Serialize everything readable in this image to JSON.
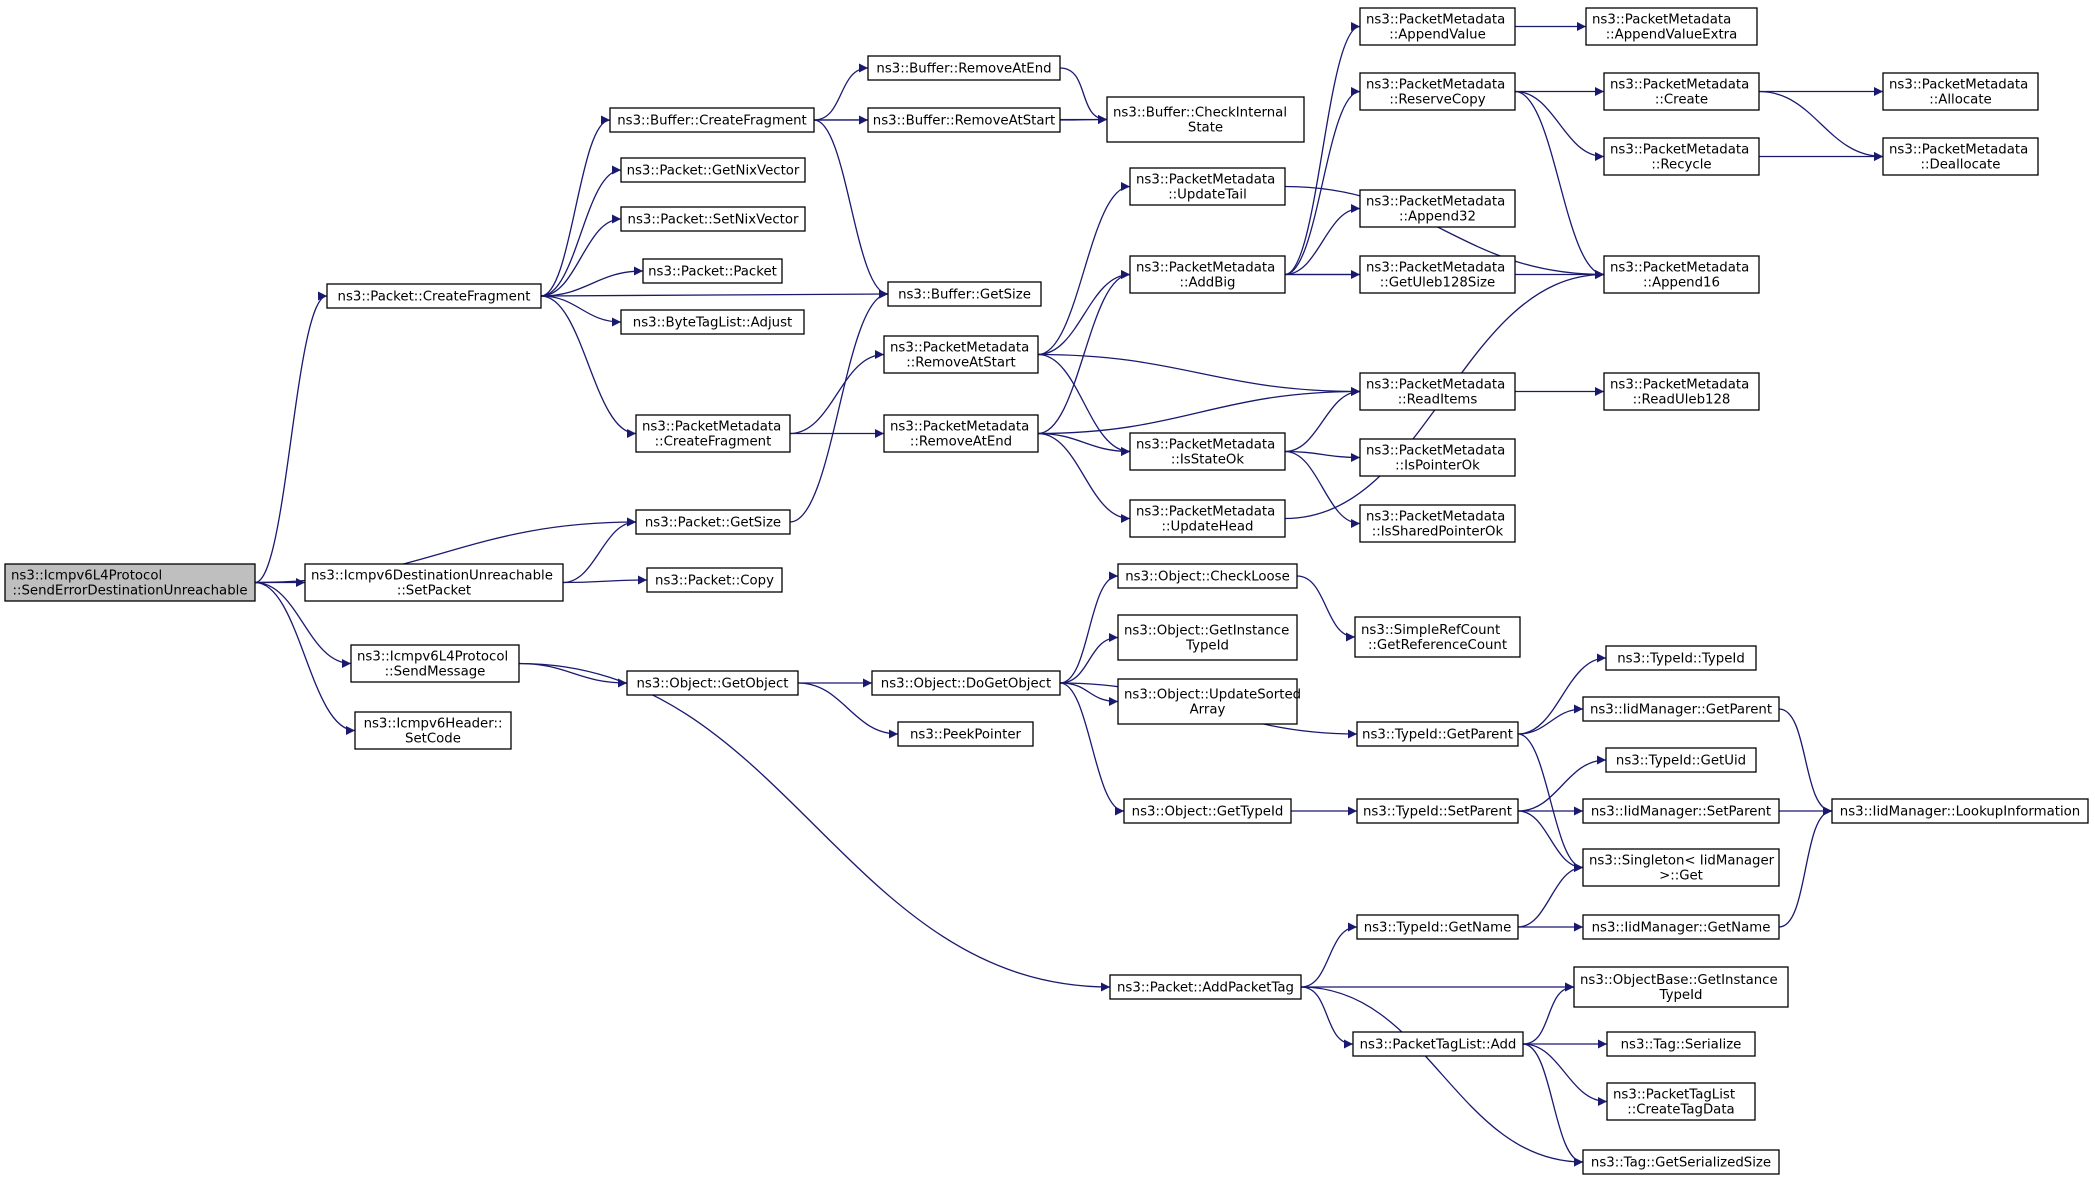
{
  "colors": {
    "edge": "#191970",
    "node_fill": "#ffffff",
    "root_fill": "#bfbfbf",
    "node_stroke": "#000000"
  },
  "nodes": [
    {
      "id": "root",
      "lines": [
        "ns3::Icmpv6L4Protocol",
        "::SendErrorDestinationUnreachable"
      ]
    },
    {
      "id": "pkt_createfrag",
      "lines": [
        "ns3::Packet::CreateFragment"
      ]
    },
    {
      "id": "pkt_getsize",
      "lines": [
        "ns3::Packet::GetSize"
      ]
    },
    {
      "id": "dest_setpacket",
      "lines": [
        "ns3::Icmpv6DestinationUnreachable",
        "::SetPacket"
      ]
    },
    {
      "id": "sendmessage",
      "lines": [
        "ns3::Icmpv6L4Protocol",
        "::SendMessage"
      ]
    },
    {
      "id": "hdr_setcode",
      "lines": [
        "ns3::Icmpv6Header::",
        "SetCode"
      ]
    },
    {
      "id": "buf_createfrag",
      "lines": [
        "ns3::Buffer::CreateFragment"
      ]
    },
    {
      "id": "pkt_getnix",
      "lines": [
        "ns3::Packet::GetNixVector"
      ]
    },
    {
      "id": "pkt_setnix",
      "lines": [
        "ns3::Packet::SetNixVector"
      ]
    },
    {
      "id": "pkt_packet",
      "lines": [
        "ns3::Packet::Packet"
      ]
    },
    {
      "id": "btl_adjust",
      "lines": [
        "ns3::ByteTagList::Adjust"
      ]
    },
    {
      "id": "pm_createfrag",
      "lines": [
        "ns3::PacketMetadata",
        "::CreateFragment"
      ]
    },
    {
      "id": "pkt_copy",
      "lines": [
        "ns3::Packet::Copy"
      ]
    },
    {
      "id": "obj_getobject",
      "lines": [
        "ns3::Object::GetObject"
      ]
    },
    {
      "id": "pkt_addtag",
      "lines": [
        "ns3::Packet::AddPacketTag"
      ]
    },
    {
      "id": "buf_removeatend",
      "lines": [
        "ns3::Buffer::RemoveAtEnd"
      ]
    },
    {
      "id": "buf_removeatstart",
      "lines": [
        "ns3::Buffer::RemoveAtStart"
      ]
    },
    {
      "id": "buf_checkinternal",
      "lines": [
        "ns3::Buffer::CheckInternal",
        "State"
      ]
    },
    {
      "id": "buf_getsize",
      "lines": [
        "ns3::Buffer::GetSize"
      ]
    },
    {
      "id": "pm_removeatstart",
      "lines": [
        "ns3::PacketMetadata",
        "::RemoveAtStart"
      ]
    },
    {
      "id": "pm_removeatend",
      "lines": [
        "ns3::PacketMetadata",
        "::RemoveAtEnd"
      ]
    },
    {
      "id": "pm_updatetail",
      "lines": [
        "ns3::PacketMetadata",
        "::UpdateTail"
      ]
    },
    {
      "id": "pm_addbig",
      "lines": [
        "ns3::PacketMetadata",
        "::AddBig"
      ]
    },
    {
      "id": "pm_isstateok",
      "lines": [
        "ns3::PacketMetadata",
        "::IsStateOk"
      ]
    },
    {
      "id": "pm_updatehead",
      "lines": [
        "ns3::PacketMetadata",
        "::UpdateHead"
      ]
    },
    {
      "id": "pm_appendvalue",
      "lines": [
        "ns3::PacketMetadata",
        "::AppendValue"
      ]
    },
    {
      "id": "pm_appendvalueextra",
      "lines": [
        "ns3::PacketMetadata",
        "::AppendValueExtra"
      ]
    },
    {
      "id": "pm_reservecopy",
      "lines": [
        "ns3::PacketMetadata",
        "::ReserveCopy"
      ]
    },
    {
      "id": "pm_append32",
      "lines": [
        "ns3::PacketMetadata",
        "::Append32"
      ]
    },
    {
      "id": "pm_getuleb",
      "lines": [
        "ns3::PacketMetadata",
        "::GetUleb128Size"
      ]
    },
    {
      "id": "pm_readitems",
      "lines": [
        "ns3::PacketMetadata",
        "::ReadItems"
      ]
    },
    {
      "id": "pm_ispointerok",
      "lines": [
        "ns3::PacketMetadata",
        "::IsPointerOk"
      ]
    },
    {
      "id": "pm_issharedpointerok",
      "lines": [
        "ns3::PacketMetadata",
        "::IsSharedPointerOk"
      ]
    },
    {
      "id": "pm_create",
      "lines": [
        "ns3::PacketMetadata",
        "::Create"
      ]
    },
    {
      "id": "pm_recycle",
      "lines": [
        "ns3::PacketMetadata",
        "::Recycle"
      ]
    },
    {
      "id": "pm_append16",
      "lines": [
        "ns3::PacketMetadata",
        "::Append16"
      ]
    },
    {
      "id": "pm_readuleb",
      "lines": [
        "ns3::PacketMetadata",
        "::ReadUleb128"
      ]
    },
    {
      "id": "pm_allocate",
      "lines": [
        "ns3::PacketMetadata",
        "::Allocate"
      ]
    },
    {
      "id": "pm_deallocate",
      "lines": [
        "ns3::PacketMetadata",
        "::Deallocate"
      ]
    },
    {
      "id": "obj_dogetobject",
      "lines": [
        "ns3::Object::DoGetObject"
      ]
    },
    {
      "id": "peekpointer",
      "lines": [
        "ns3::PeekPointer"
      ]
    },
    {
      "id": "obj_checkloose",
      "lines": [
        "ns3::Object::CheckLoose"
      ]
    },
    {
      "id": "obj_getinstancetypeid",
      "lines": [
        "ns3::Object::GetInstance",
        "TypeId"
      ]
    },
    {
      "id": "obj_updatesorted",
      "lines": [
        "ns3::Object::UpdateSorted",
        "Array"
      ]
    },
    {
      "id": "obj_gettypeid",
      "lines": [
        "ns3::Object::GetTypeId"
      ]
    },
    {
      "id": "src_getrefcount",
      "lines": [
        "ns3::SimpleRefCount",
        "::GetReferenceCount"
      ]
    },
    {
      "id": "tid_getparent",
      "lines": [
        "ns3::TypeId::GetParent"
      ]
    },
    {
      "id": "tid_setparent",
      "lines": [
        "ns3::TypeId::SetParent"
      ]
    },
    {
      "id": "tid_getname",
      "lines": [
        "ns3::TypeId::GetName"
      ]
    },
    {
      "id": "ptl_add",
      "lines": [
        "ns3::PacketTagList::Add"
      ]
    },
    {
      "id": "tid_typeid",
      "lines": [
        "ns3::TypeId::TypeId"
      ]
    },
    {
      "id": "iid_getparent",
      "lines": [
        "ns3::IidManager::GetParent"
      ]
    },
    {
      "id": "tid_getuid",
      "lines": [
        "ns3::TypeId::GetUid"
      ]
    },
    {
      "id": "iid_setparent",
      "lines": [
        "ns3::IidManager::SetParent"
      ]
    },
    {
      "id": "singleton_get",
      "lines": [
        "ns3::Singleton< IidManager",
        " >::Get"
      ]
    },
    {
      "id": "iid_getname",
      "lines": [
        "ns3::IidManager::GetName"
      ]
    },
    {
      "id": "objbase_getinstance",
      "lines": [
        "ns3::ObjectBase::GetInstance",
        "TypeId"
      ]
    },
    {
      "id": "tag_serialize",
      "lines": [
        "ns3::Tag::Serialize"
      ]
    },
    {
      "id": "ptl_createtagdata",
      "lines": [
        "ns3::PacketTagList",
        "::CreateTagData"
      ]
    },
    {
      "id": "tag_getserializedsize",
      "lines": [
        "ns3::Tag::GetSerializedSize"
      ]
    },
    {
      "id": "iid_lookup",
      "lines": [
        "ns3::IidManager::LookupInformation"
      ]
    }
  ],
  "edges": [
    [
      "root",
      "pkt_createfrag"
    ],
    [
      "root",
      "pkt_getsize"
    ],
    [
      "root",
      "dest_setpacket"
    ],
    [
      "root",
      "sendmessage"
    ],
    [
      "root",
      "hdr_setcode"
    ],
    [
      "pkt_createfrag",
      "buf_createfrag"
    ],
    [
      "pkt_createfrag",
      "pkt_getnix"
    ],
    [
      "pkt_createfrag",
      "pkt_setnix"
    ],
    [
      "pkt_createfrag",
      "pkt_packet"
    ],
    [
      "pkt_createfrag",
      "btl_adjust"
    ],
    [
      "pkt_createfrag",
      "buf_getsize"
    ],
    [
      "pkt_createfrag",
      "pm_createfrag"
    ],
    [
      "dest_setpacket",
      "pkt_getsize"
    ],
    [
      "dest_setpacket",
      "pkt_copy"
    ],
    [
      "sendmessage",
      "obj_getobject"
    ],
    [
      "sendmessage",
      "pkt_addtag"
    ],
    [
      "pkt_getsize",
      "buf_getsize"
    ],
    [
      "buf_createfrag",
      "buf_removeatend"
    ],
    [
      "buf_createfrag",
      "buf_removeatstart"
    ],
    [
      "buf_createfrag",
      "buf_checkinternal"
    ],
    [
      "buf_createfrag",
      "buf_getsize"
    ],
    [
      "buf_removeatend",
      "buf_checkinternal"
    ],
    [
      "buf_removeatstart",
      "buf_checkinternal"
    ],
    [
      "pm_createfrag",
      "pm_removeatstart"
    ],
    [
      "pm_createfrag",
      "pm_removeatend"
    ],
    [
      "pm_removeatstart",
      "pm_updatetail"
    ],
    [
      "pm_removeatstart",
      "pm_addbig"
    ],
    [
      "pm_removeatstart",
      "pm_readitems"
    ],
    [
      "pm_removeatstart",
      "pm_isstateok"
    ],
    [
      "pm_removeatend",
      "pm_addbig"
    ],
    [
      "pm_removeatend",
      "pm_readitems"
    ],
    [
      "pm_removeatend",
      "pm_isstateok"
    ],
    [
      "pm_removeatend",
      "pm_updatehead"
    ],
    [
      "pm_updatetail",
      "pm_append16"
    ],
    [
      "pm_addbig",
      "pm_appendvalue"
    ],
    [
      "pm_addbig",
      "pm_reservecopy"
    ],
    [
      "pm_addbig",
      "pm_append32"
    ],
    [
      "pm_addbig",
      "pm_getuleb"
    ],
    [
      "pm_addbig",
      "pm_append16"
    ],
    [
      "pm_isstateok",
      "pm_readitems"
    ],
    [
      "pm_isstateok",
      "pm_ispointerok"
    ],
    [
      "pm_isstateok",
      "pm_issharedpointerok"
    ],
    [
      "pm_updatehead",
      "pm_append16"
    ],
    [
      "pm_appendvalue",
      "pm_appendvalueextra"
    ],
    [
      "pm_reservecopy",
      "pm_create"
    ],
    [
      "pm_reservecopy",
      "pm_recycle"
    ],
    [
      "pm_reservecopy",
      "pm_append16"
    ],
    [
      "pm_readitems",
      "pm_readuleb"
    ],
    [
      "pm_create",
      "pm_allocate"
    ],
    [
      "pm_create",
      "pm_deallocate"
    ],
    [
      "pm_recycle",
      "pm_deallocate"
    ],
    [
      "obj_getobject",
      "obj_dogetobject"
    ],
    [
      "obj_getobject",
      "peekpointer"
    ],
    [
      "obj_dogetobject",
      "obj_checkloose"
    ],
    [
      "obj_dogetobject",
      "obj_getinstancetypeid"
    ],
    [
      "obj_dogetobject",
      "obj_updatesorted"
    ],
    [
      "obj_dogetobject",
      "tid_getparent"
    ],
    [
      "obj_dogetobject",
      "obj_gettypeid"
    ],
    [
      "obj_checkloose",
      "src_getrefcount"
    ],
    [
      "obj_gettypeid",
      "tid_setparent"
    ],
    [
      "tid_getparent",
      "tid_typeid"
    ],
    [
      "tid_getparent",
      "iid_getparent"
    ],
    [
      "tid_getparent",
      "singleton_get"
    ],
    [
      "tid_setparent",
      "tid_getuid"
    ],
    [
      "tid_setparent",
      "iid_setparent"
    ],
    [
      "tid_setparent",
      "singleton_get"
    ],
    [
      "iid_getparent",
      "iid_lookup"
    ],
    [
      "iid_setparent",
      "iid_lookup"
    ],
    [
      "pkt_addtag",
      "tid_getname"
    ],
    [
      "pkt_addtag",
      "objbase_getinstance"
    ],
    [
      "pkt_addtag",
      "ptl_add"
    ],
    [
      "pkt_addtag",
      "tag_getserializedsize"
    ],
    [
      "tid_getname",
      "singleton_get"
    ],
    [
      "tid_getname",
      "iid_getname"
    ],
    [
      "iid_getname",
      "iid_lookup"
    ],
    [
      "ptl_add",
      "objbase_getinstance"
    ],
    [
      "ptl_add",
      "tag_serialize"
    ],
    [
      "ptl_add",
      "ptl_createtagdata"
    ],
    [
      "ptl_add",
      "tag_getserializedsize"
    ]
  ]
}
